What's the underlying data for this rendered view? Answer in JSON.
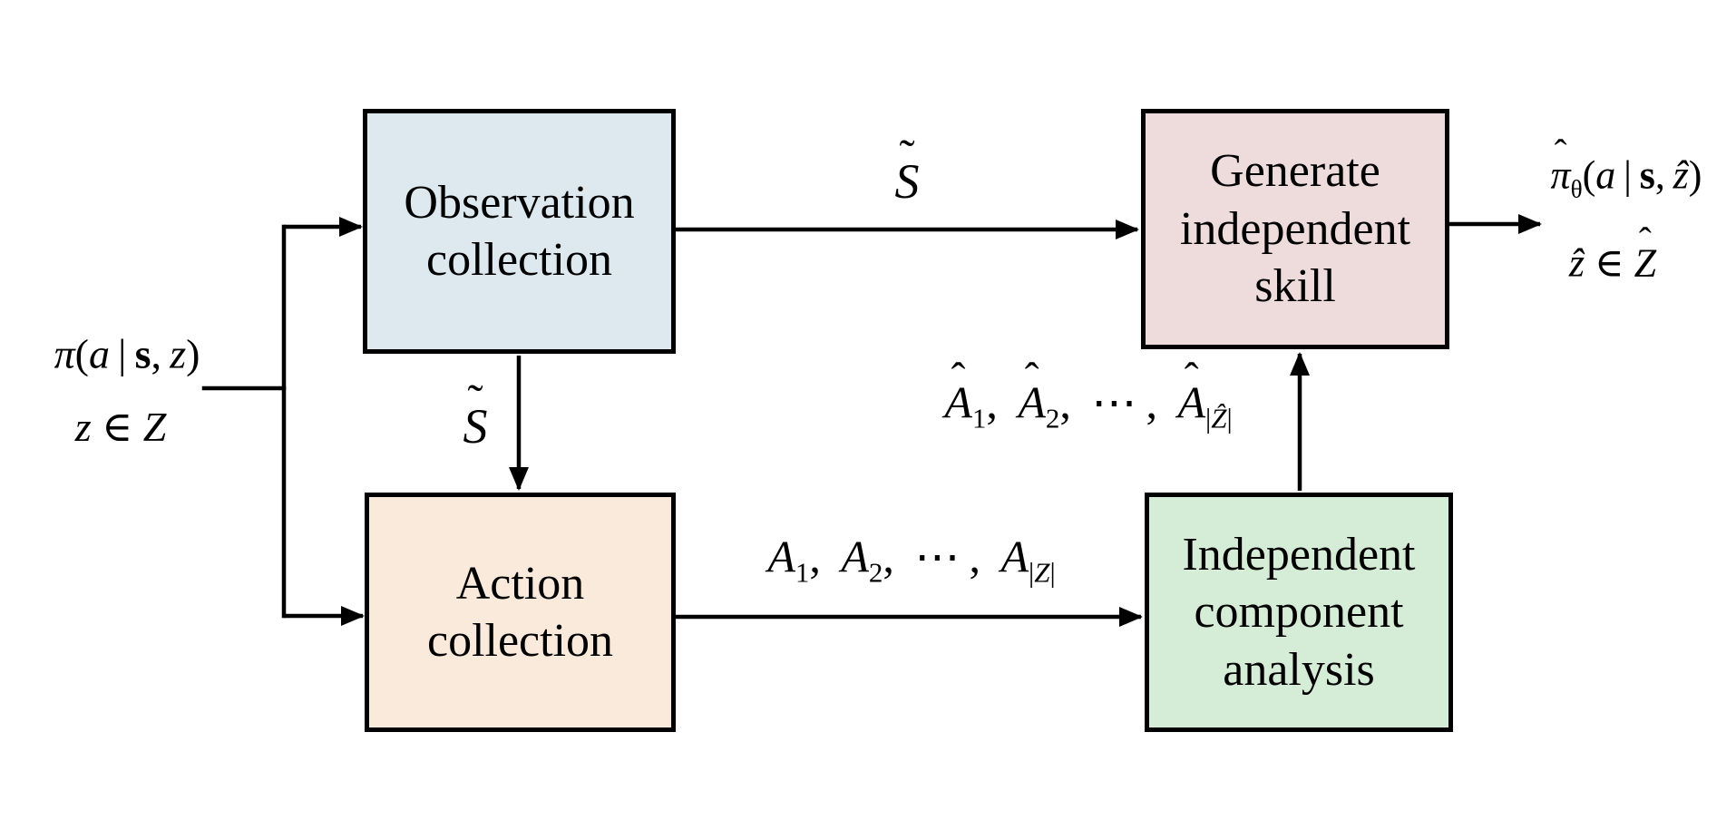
{
  "diagram": {
    "background": "#ffffff",
    "line_color": "#000000",
    "boxes": {
      "observation": {
        "fill": "#dde9ef",
        "lines": [
          "Observation",
          "collection"
        ]
      },
      "action": {
        "fill": "#faeadc",
        "lines": [
          "Action",
          "collection"
        ]
      },
      "generate": {
        "fill": "#eedcdd",
        "lines": [
          "Generate",
          "independent",
          "skill"
        ]
      },
      "ica": {
        "fill": "#d5ecd6",
        "lines": [
          "Independent",
          "component",
          "analysis"
        ]
      }
    },
    "math": {
      "policy_input": "<i>π</i>(<i>a</i>&thinsp;|&thinsp;<b>s</b>,&thinsp;<i>z</i>)",
      "skill_set_input": "<i>z</i> ∈ <i class='scr'>Z</i>",
      "state_set": "<span class='acc'><span class='mark'>˜</span><i class='scr'>S</i></span>",
      "action_sets": "<i>A</i><sub>1</sub>,&thinsp; <i>A</i><sub>2</sub>,&thinsp; ⋯&thinsp;,&thinsp; <i>A</i><sub>|<i class='scr'>Z</i>|</sub>",
      "independent_action_sets": "<span class='acc'><span class='mark'>ˆ</span><i>A</i></span><sub>1</sub>,&thinsp; <span class='acc'><span class='mark'>ˆ</span><i>A</i></span><sub>2</sub>,&thinsp; ⋯&thinsp;,&thinsp; <span class='acc'><span class='mark'>ˆ</span><i>A</i></span><sub>|<i class='scr'>Ẑ</i>|</sub>",
      "policy_output": "<span class='acc'><span class='mark'>ˆ</span><i>π</i></span><sub>θ</sub>(<i>a</i>&thinsp;|&thinsp;<b>s</b>,&thinsp;<i>ẑ</i>)",
      "skill_set_output": "<i>ẑ</i> ∈ <span class='acc'><span class='mark'>ˆ</span><i class='scr'>Z</i></span>"
    }
  }
}
